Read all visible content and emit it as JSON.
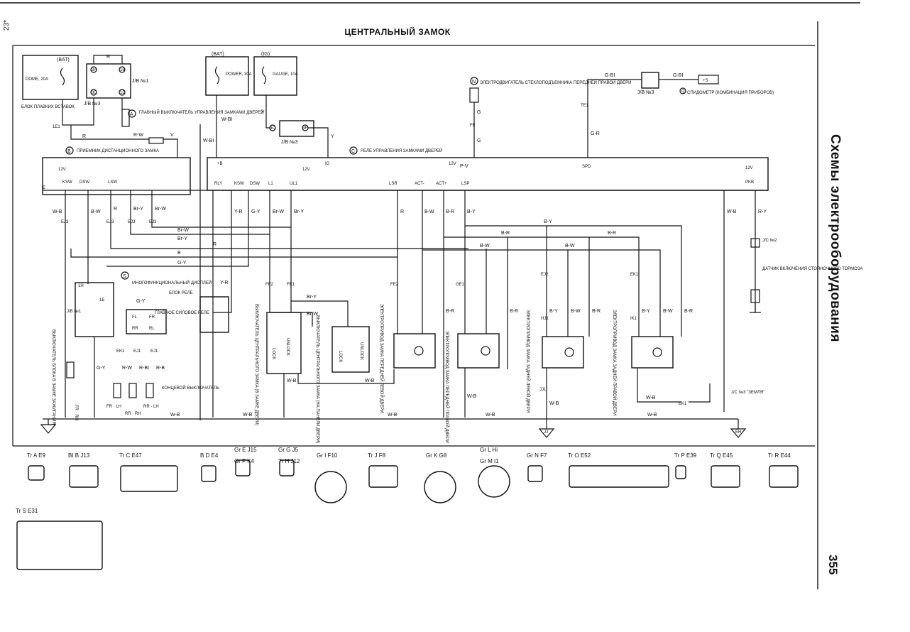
{
  "page": {
    "title": "ЦЕНТРАЛЬНЫЙ ЗАМОК",
    "side_title": "Схемы электрооборудования",
    "page_number": "355",
    "corner_number": "23*"
  },
  "power": {
    "bat1": "(BAT)",
    "bat2": "(BAT)",
    "ig": "(IG)",
    "fuse_dome": "DOME, 20A",
    "fuse_power": "POWER, 30A",
    "fuse_gauge": "GAUGE, 10A",
    "block_fuses": "БЛОК ПЛАВКИХ ВСТАВОК",
    "jb1": "J/B №1",
    "jb3": "J/B №3"
  },
  "components": {
    "A": "ГЛАВНЫЙ ВЫКЛЮЧАТЕЛЬ УПРАВЛЕНИЯ ЗАМКАМИ ДВЕРЕЙ",
    "B": "ПРИЕМНИК ДИСТАНЦИОННОГО ЗАМКА",
    "C": "РЕЛЕ УПРАВЛЕНИЯ ЗАМКАМИ ДВЕРЕЙ",
    "S": "МНОГОФУНКЦИОНАЛЬНЫЙ ДИСПЛЕЙ",
    "relay_block": "БЛОК РЕЛЕ",
    "main_relay": "ГЛАВНОЕ СИЛОВОЕ РЕЛЕ",
    "D": "ВЫКЛЮЧАТЕЛЬ БЛОКА В ЗАМКЕ ЗАЖИГАНИЯ",
    "door_courtesy": "КОНЦЕВОЙ ВЫКЛЮЧАТЕЛЬ",
    "E": "ВЫКЛЮЧАТЕЛЬ ЦЕНТРАЛЬНОГО ЗАМКА (В ЗАМКЕ ДВЕРИ)",
    "F": "ВЫКЛЮЧАТЕЛЬ ЦЕНТРАЛЬНОГО ЗАМКА (НА ПАНЕЛИ ДВЕРИ)",
    "I": "ЭЛЕКТРОПРИВОД ЗАМКА ПЕРЕДНЕЙ ЛЕВОЙ ДВЕРИ",
    "K": "ЭЛЕКТРОПРИВОД ЗАМКА ПЕРЕДНЕЙ ПРАВОЙ ДВЕРИ",
    "L": "ЭЛЕКТРОПРИВОД ЗАМКА ЗАДНЕЙ ЛЕВОЙ ДВЕРИ",
    "M": "ЭЛЕКТРОПРИВОД ЗАМКА ЗАДНЕЙ ПРАВОЙ ДВЕРИ",
    "N": "ЭЛЕКТРОДВИГАТЕЛЬ СТЕКЛОПОДЪЕМНИКА ПЕРЕДНЕЙ ПРАВОЙ ДВЕРИ",
    "P": "ДАТЧИК ВКЛЮЧЕНИЯ СТОЯНОЧНОГО ТОРМОЗА",
    "Q": "СПИДОМЕТР (КОМБИНАЦИЯ ПРИБОРОВ)",
    "jc2": "J/C №2",
    "jc3": "J/C №3 \"ЗЕМЛЯ\""
  },
  "labels": {
    "unlock": "UNLOCK",
    "lock": "LOCK",
    "v12": "12V",
    "plus_s": "+S",
    "ground_jj": "JJ",
    "ground_eh": "EH",
    "fl": "FL",
    "fr": "FR",
    "rr": "RR",
    "rl": "RL",
    "fr_rh": "FR · RH",
    "fr_lh": "FR · LH",
    "rr_rh": "RR · RH",
    "rr_lh": "RR · LH"
  },
  "wires": {
    "wb": "W-B",
    "bw": "B-W",
    "by": "B-Y",
    "br": "B-R",
    "r": "R",
    "b": "B",
    "gy": "G-Y",
    "rw": "R-W",
    "ry": "R-Y",
    "brw": "Br-W",
    "bry": "Br-Y",
    "gbi": "G-BI",
    "gr": "G-R",
    "wbi": "W-BI",
    "yr": "Y-R",
    "pv": "P-V",
    "g": "G",
    "v": "V",
    "y": "Y",
    "rb": "R-B",
    "rbi": "R-BI",
    "ge": "G-Y"
  },
  "pins": {
    "ksw": "KSW",
    "dsw": "DSW",
    "lsw": "LSW",
    "rly": "RLY",
    "ul1": "UL1",
    "l1": "L1",
    "lsr": "LSR",
    "lsp": "LSP",
    "acf": "ACT-",
    "acu": "ACT+",
    "spd": "SPD",
    "pkb": "PKB",
    "ig": "IG",
    "plus_b": "+B",
    "e": "E"
  },
  "connectors": [
    {
      "color": "Tr",
      "letter": "A",
      "code": "E9"
    },
    {
      "color": "BI",
      "letter": "B",
      "code": "J13"
    },
    {
      "color": "Tr",
      "letter": "C",
      "code": "E47"
    },
    {
      "color": "B",
      "letter": "D",
      "code": "E4"
    },
    {
      "color": "Gr",
      "letter": "E",
      "code": "J15"
    },
    {
      "color": "Gr",
      "letter": "F",
      "code": "K4"
    },
    {
      "color": "Gr",
      "letter": "G",
      "code": "J5"
    },
    {
      "color": "Tr",
      "letter": "H",
      "code": "J12"
    },
    {
      "color": "Gr",
      "letter": "I",
      "code": "F10"
    },
    {
      "color": "Tr",
      "letter": "J",
      "code": "F8"
    },
    {
      "color": "Gr",
      "letter": "K",
      "code": "G8"
    },
    {
      "color": "Gr",
      "letter": "L",
      "code": "Hi"
    },
    {
      "color": "Gr",
      "letter": "M",
      "code": "I1"
    },
    {
      "color": "Gr",
      "letter": "N",
      "code": "F7"
    },
    {
      "color": "Tr",
      "letter": "O",
      "code": "E52"
    },
    {
      "color": "Tr",
      "letter": "P",
      "code": "E39"
    },
    {
      "color": "Tr",
      "letter": "Q",
      "code": "E45"
    },
    {
      "color": "Tr",
      "letter": "R",
      "code": "E44"
    },
    {
      "color": "Tr",
      "letter": "S",
      "code": "E31"
    }
  ],
  "terminals": {
    "t1E1": "1E1",
    "t3A": "3A",
    "t3D": "3D",
    "t1B": "1B",
    "t1D": "1D",
    "t3C": "3C",
    "t3F": "3F",
    "t1H": "1H",
    "t1E": "1E",
    "EJ3": "EJ3",
    "FE2": "FE2",
    "FE1": "FE1",
    "EJ1": "EJ1",
    "EK1": "EK1",
    "FE": "FE",
    "JJ1": "JJ1",
    "IK1": "IK1",
    "EJ2": "EJ2",
    "HJ1": "HJ1",
    "GE1": "GE1",
    "TE1": "TE1"
  }
}
